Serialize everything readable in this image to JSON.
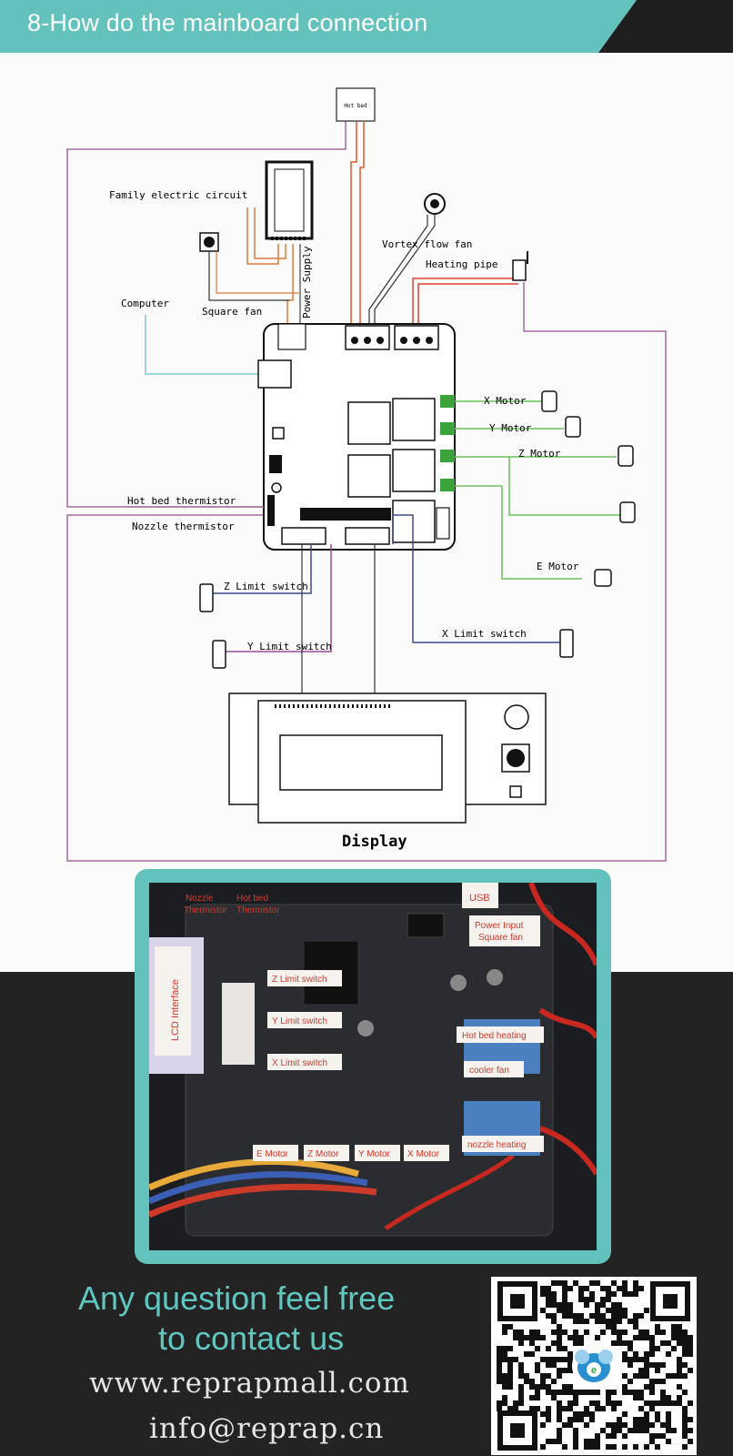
{
  "header": {
    "title": "8-How do the mainboard connection",
    "bar_color": "#63c3bc",
    "corner_color": "#1f1f1f"
  },
  "diagram": {
    "hot_bed": "Hot bed",
    "family_circuit": "Family electric circuit",
    "square_fan": "Square fan",
    "power_supply": "Power Supply",
    "hot_bed_wire": "Hot bed",
    "vortex_fan": "Vortex flow fan",
    "heating_pipe": "Heating pipe",
    "computer": "Computer",
    "x_motor": "X Motor",
    "y_motor": "Y Motor",
    "z_motor": "Z Motor",
    "e_motor": "E Motor",
    "hot_bed_thermistor": "Hot bed thermistor",
    "nozzle_thermistor": "Nozzle thermistor",
    "z_limit": "Z Limit switch",
    "y_limit": "Y Limit switch",
    "x_limit": "X Limit switch",
    "display": "Display"
  },
  "photo_labels": {
    "nozzle_thermistor": [
      "Nozzle",
      "Thermistor"
    ],
    "hot_bed_thermistor": [
      "Hot bed",
      "Thermistor"
    ],
    "usb": "USB",
    "power_input": [
      "Power Input",
      "Square fan"
    ],
    "lcd_interface": "LCD Interface",
    "z_limit": "Z Limit switch",
    "y_limit": "Y Limit switch",
    "x_limit": "X Limit switch",
    "hot_bed_heating": "Hot bed heating",
    "cooler_fan": "cooler fan",
    "nozzle_heating": "nozzle heating",
    "e_motor": "E Motor",
    "z_motor": "Z Motor",
    "y_motor": "Y Motor",
    "x_motor": "X Motor"
  },
  "contact": {
    "line1": "Any question feel free",
    "line2": "to contact us",
    "website": "www.reprapmall.com",
    "email": "info@reprap.cn"
  },
  "colors": {
    "accent": "#63c3bc",
    "dark": "#232323",
    "label_bg": "#f6f2ee",
    "label_text": "#d33a2c"
  }
}
